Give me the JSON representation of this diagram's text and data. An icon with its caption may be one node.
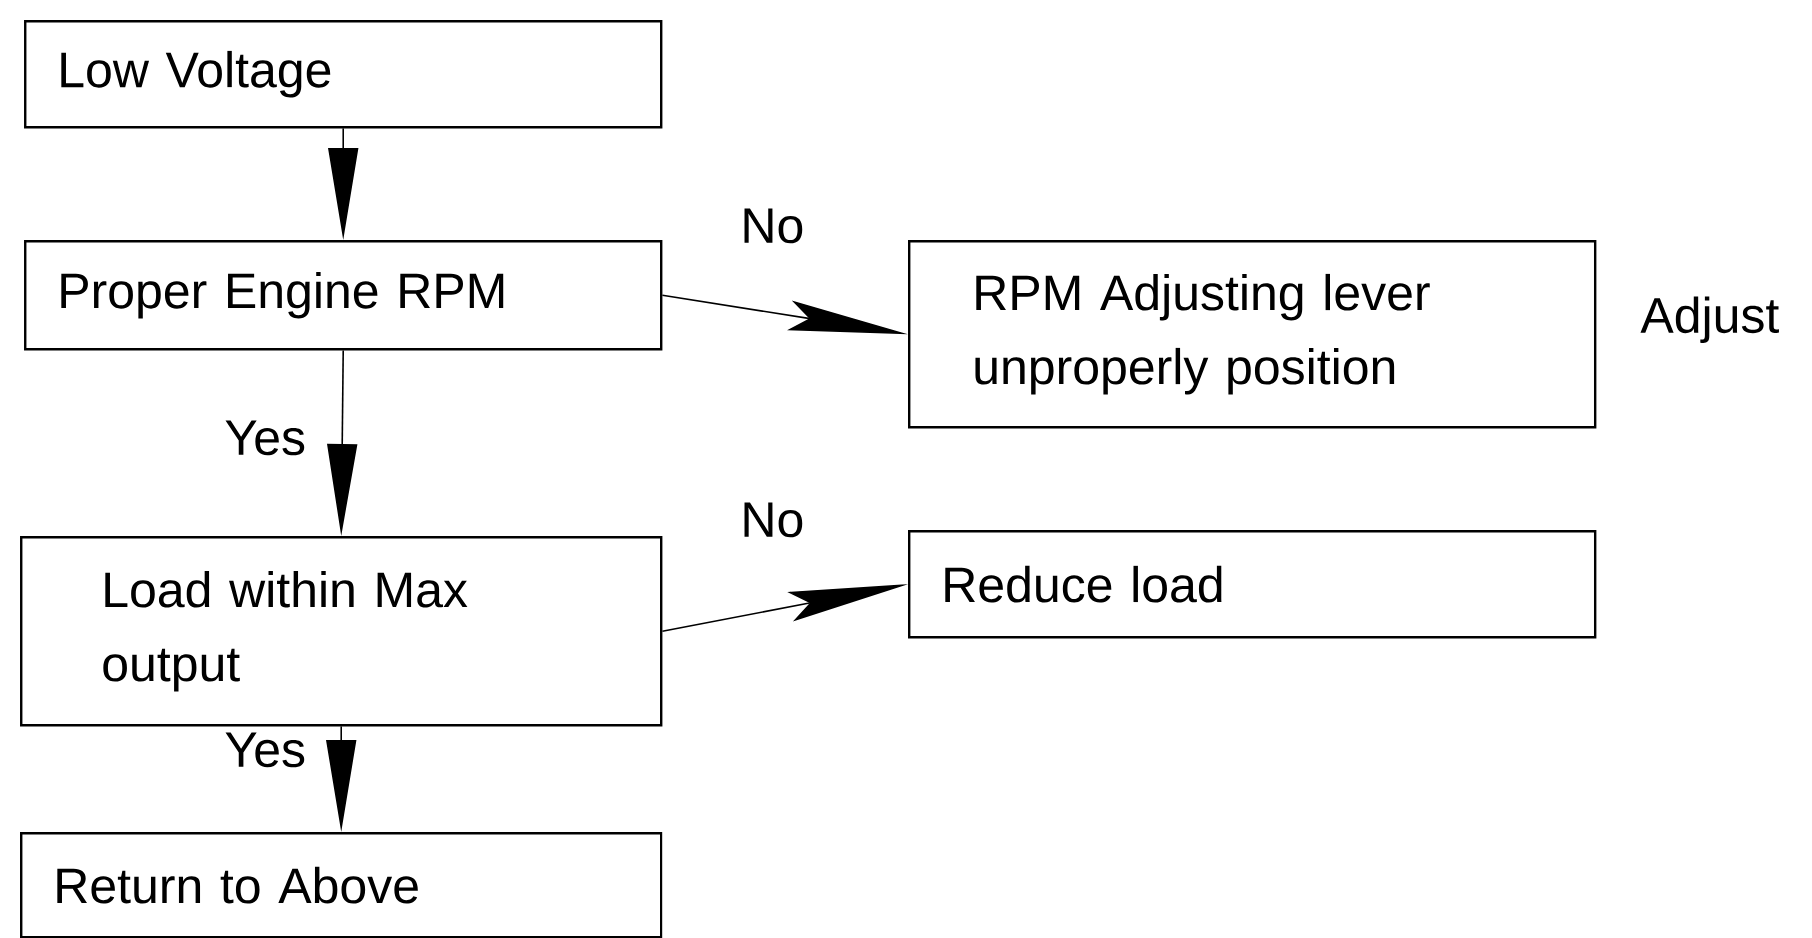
{
  "diagram": {
    "nodes": [
      {
        "text": [
          "Low Voltage"
        ]
      },
      {
        "text": [
          "Proper Engine RPM"
        ]
      },
      {
        "text": [
          "RPM Adjusting lever unproperly position"
        ],
        "beside": [
          "Adjust"
        ]
      },
      {
        "text": [
          "Load within Max output"
        ]
      },
      {
        "text": [
          "Reduce load"
        ]
      },
      {
        "text": [
          "Return to Above"
        ]
      }
    ],
    "edges": [
      {
        "from": 0,
        "to": 1,
        "arrow": "to"
      },
      {
        "from": 1,
        "to": 2,
        "arrow": "to",
        "label": "No"
      },
      {
        "from": 1,
        "to": 3,
        "arrow": "to",
        "label": "Yes"
      },
      {
        "from": 3,
        "to": 4,
        "arrow": "to",
        "label": "No"
      },
      {
        "from": 3,
        "to": 5,
        "arrow": "to",
        "label": "Yes"
      }
    ]
  }
}
